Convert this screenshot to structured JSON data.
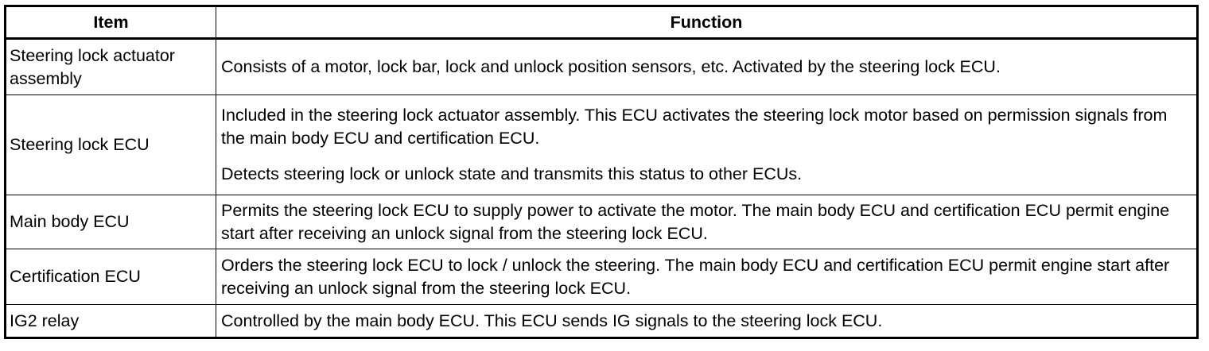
{
  "table": {
    "headers": {
      "item": "Item",
      "function": "Function"
    },
    "rows": [
      {
        "item": "Steering lock actuator assembly",
        "function": [
          "Consists of a motor, lock bar, lock and unlock position sensors, etc. Activated by the steering lock ECU."
        ]
      },
      {
        "item": "Steering lock ECU",
        "function": [
          "Included in the steering lock actuator assembly. This ECU activates the steering lock motor based on permission signals from the main body ECU and certification ECU.",
          "Detects steering lock or unlock state and transmits this status to other ECUs."
        ]
      },
      {
        "item": "Main body ECU",
        "function": [
          "Permits the steering lock ECU to supply power to activate the motor. The main body ECU and certification ECU permit engine start after receiving an unlock signal from the steering lock ECU."
        ]
      },
      {
        "item": "Certification ECU",
        "function": [
          "Orders the steering lock ECU to lock / unlock the steering. The main body ECU and certification ECU permit engine start after receiving an unlock signal from the steering lock ECU."
        ]
      },
      {
        "item": "IG2 relay",
        "function": [
          "Controlled by the main body ECU. This ECU sends IG signals to the steering lock ECU."
        ]
      }
    ]
  }
}
